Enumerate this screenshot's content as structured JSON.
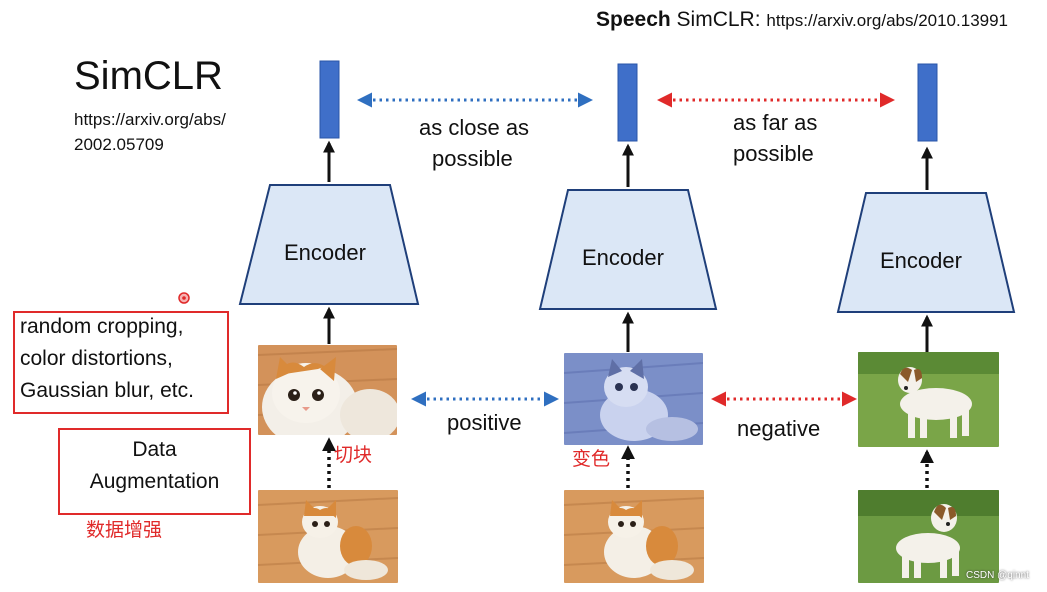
{
  "speech": {
    "bold": "Speech",
    "rest": " SimCLR: ",
    "url": "https://arxiv.org/abs/2010.13991"
  },
  "simclr": {
    "title": "SimCLR",
    "url_line1": "https://arxiv.org/abs/",
    "url_line2": "2002.05709"
  },
  "encoders": [
    {
      "label": "Encoder"
    },
    {
      "label": "Encoder"
    },
    {
      "label": "Encoder"
    }
  ],
  "relations": {
    "close_line1": "as close as",
    "close_line2": "possible",
    "far_line1": "as far as",
    "far_line2": "possible",
    "positive": "positive",
    "negative": "negative"
  },
  "augment_box": {
    "line1": "random cropping,",
    "line2": "color distortions,",
    "line3": "Gaussian blur, etc."
  },
  "data_aug_box": {
    "line1": "Data",
    "line2": "Augmentation"
  },
  "annotations": {
    "crop": "切块",
    "color": "变色",
    "data_aug": "数据增强"
  },
  "watermark": "CSDN @qinnt",
  "colors": {
    "embedding": "#3f6fc9",
    "encoder_fill": "#dbe7f6",
    "encoder_stroke": "#1f3f7a",
    "blue_dots": "#2f6fc0",
    "red_dots": "#e02a2a",
    "annotation": "#e02a2a"
  },
  "icons": [
    "cat-photo",
    "blue-tinted-cat-photo",
    "dog-photo"
  ]
}
